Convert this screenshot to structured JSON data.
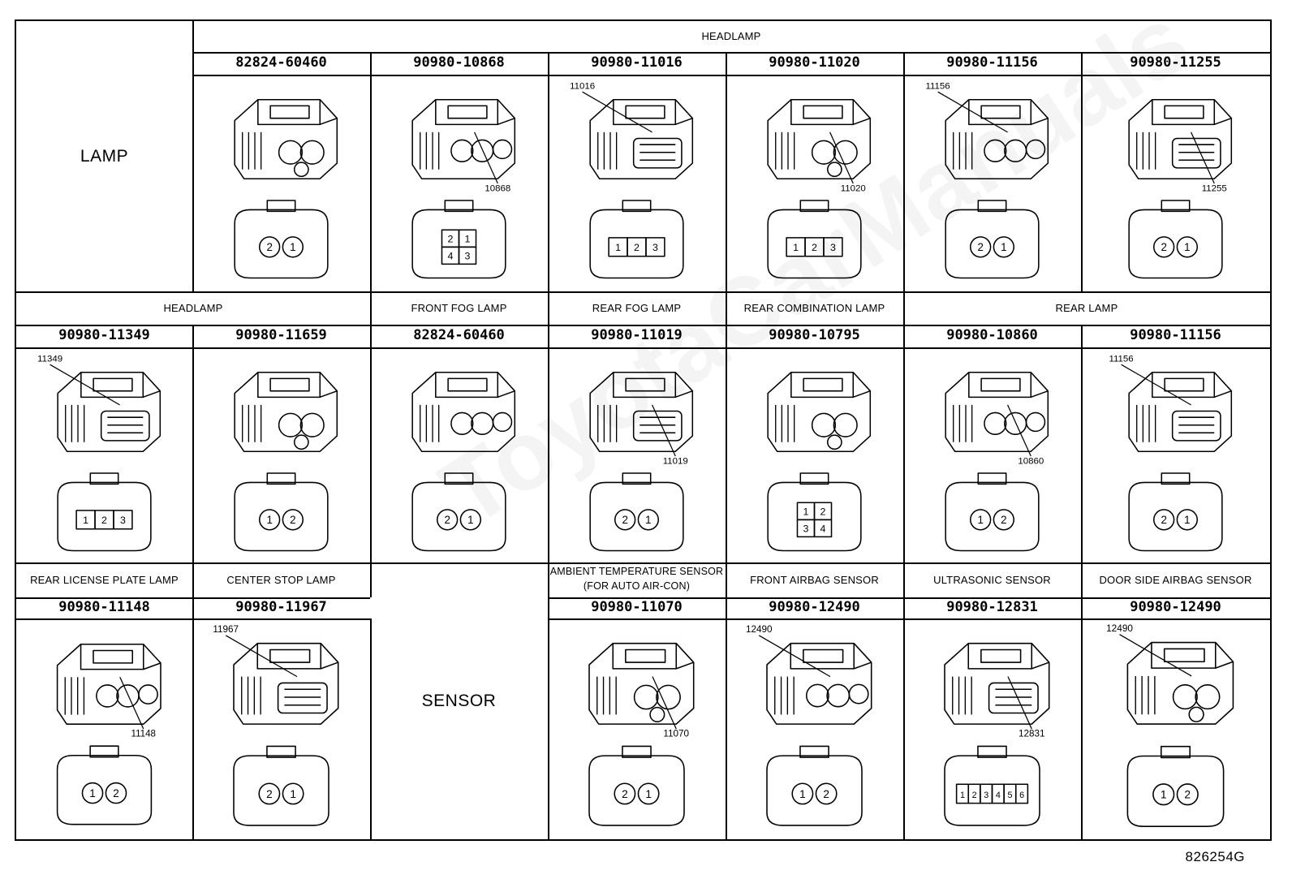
{
  "diagram_ref": "826254G",
  "watermark": "ToyotaCarManuals",
  "row1": {
    "side_label": "LAMP",
    "header": "HEADLAMP",
    "cells": [
      {
        "part": "82824-60460",
        "callout": "",
        "pins": [
          "2",
          "1"
        ]
      },
      {
        "part": "90980-10868",
        "callout": "10868",
        "pins": [
          "2",
          "1",
          "4",
          "3"
        ]
      },
      {
        "part": "90980-11016",
        "callout": "11016",
        "pins": [
          "1",
          "2",
          "3"
        ]
      },
      {
        "part": "90980-11020",
        "callout": "11020",
        "pins": [
          "1",
          "2",
          "3"
        ]
      },
      {
        "part": "90980-11156",
        "callout": "11156",
        "pins": [
          "2",
          "1"
        ]
      },
      {
        "part": "90980-11255",
        "callout": "11255",
        "pins": [
          "2",
          "1"
        ]
      }
    ]
  },
  "row2": {
    "headers": [
      "HEADLAMP",
      "FRONT FOG LAMP",
      "REAR FOG LAMP",
      "REAR COMBINATION LAMP",
      "REAR LAMP"
    ],
    "cells": [
      {
        "part": "90980-11349",
        "callout": "11349",
        "pins": [
          "1",
          "2",
          "3"
        ]
      },
      {
        "part": "90980-11659",
        "callout": "",
        "pins": [
          "1",
          "2"
        ]
      },
      {
        "part": "82824-60460",
        "callout": "",
        "pins": [
          "2",
          "1"
        ]
      },
      {
        "part": "90980-11019",
        "callout": "11019",
        "pins": [
          "2",
          "1"
        ]
      },
      {
        "part": "90980-10795",
        "callout": "",
        "pins": [
          "1",
          "2",
          "3",
          "4"
        ]
      },
      {
        "part": "90980-10860",
        "callout": "10860",
        "pins": [
          "1",
          "2"
        ]
      },
      {
        "part": "90980-11156",
        "callout": "11156",
        "pins": [
          "2",
          "1"
        ]
      }
    ]
  },
  "row3": {
    "side_label": "SENSOR",
    "headers": [
      "REAR LICENSE PLATE LAMP",
      "CENTER STOP LAMP",
      "AMBIENT TEMPERATURE SENSOR",
      "(FOR AUTO AIR-CON)",
      "FRONT AIRBAG SENSOR",
      "ULTRASONIC SENSOR",
      "DOOR SIDE AIRBAG SENSOR"
    ],
    "cells": [
      {
        "part": "90980-11148",
        "callout": "11148",
        "pins": [
          "1",
          "2"
        ]
      },
      {
        "part": "90980-11967",
        "callout": "11967",
        "pins": [
          "2",
          "1"
        ]
      },
      {
        "part": "90980-11070",
        "callout": "11070",
        "pins": [
          "2",
          "1"
        ]
      },
      {
        "part": "90980-12490",
        "callout": "12490",
        "pins": [
          "1",
          "2"
        ]
      },
      {
        "part": "90980-12831",
        "callout": "12831",
        "pins": [
          "1",
          "2",
          "3",
          "4",
          "5",
          "6"
        ]
      },
      {
        "part": "90980-12490",
        "callout": "12490",
        "pins": [
          "1",
          "2"
        ]
      }
    ]
  }
}
